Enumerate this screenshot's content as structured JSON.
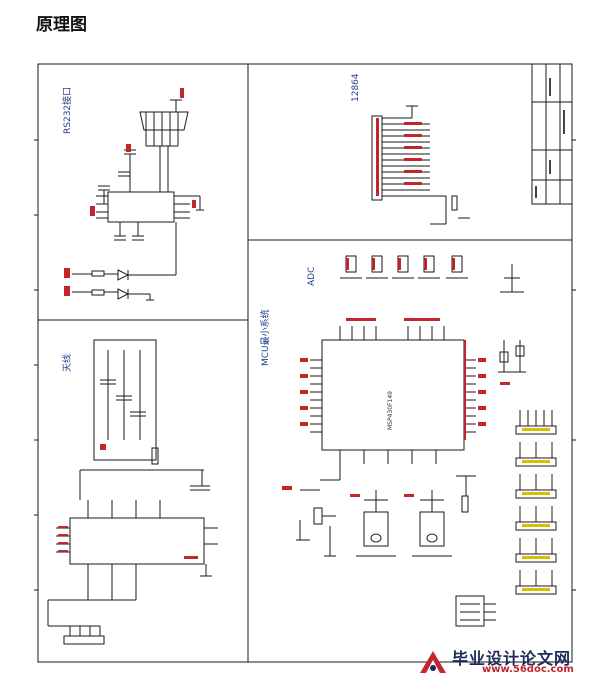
{
  "heading": "原理图",
  "panels": {
    "rs232": {
      "label": "RS232接口"
    },
    "lcd": {
      "label": "12864"
    },
    "power": {
      "label": "天线"
    },
    "mcu": {
      "label": "MCU最小系统",
      "adc_label": "ADC",
      "chip_label": "MSP430F149"
    }
  },
  "watermark": {
    "title": "毕业设计论文网",
    "url": "www.56doc.com"
  },
  "colors": {
    "line": "#1a1a1a",
    "net_red": "#c0262c",
    "label_blue": "#1f3f8f",
    "mark_yellow": "#d8c100"
  }
}
